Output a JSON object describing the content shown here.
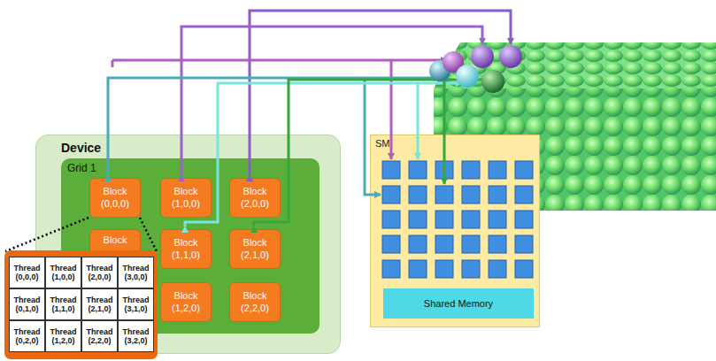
{
  "diagram": {
    "nodes": [
      {
        "text": [
          "Device"
        ]
      },
      {
        "text": [
          "Grid 1"
        ],
        "in": 0
      },
      {
        "text": [
          "Block (0,0,0)"
        ],
        "in": 1
      },
      {
        "text": [
          "Block (1,0,0)"
        ],
        "in": 1
      },
      {
        "text": [
          "Block (2,0,0)"
        ],
        "in": 1
      },
      {
        "text": [
          "Block"
        ],
        "in": 1
      },
      {
        "text": [
          "Block (1,1,0)"
        ],
        "in": 1
      },
      {
        "text": [
          "Block (2,1,0)"
        ],
        "in": 1
      },
      {
        "text": [
          "Block (1,2,0)"
        ],
        "in": 1
      },
      {
        "text": [
          "Block (2,2,0)"
        ],
        "in": 1
      },
      {
        "text": [
          "Thread (0,0,0)"
        ]
      },
      {
        "text": [
          "Thread (1,0,0)"
        ]
      },
      {
        "text": [
          "Thread (2,0,0)"
        ]
      },
      {
        "text": [
          "Thread (3,0,0)"
        ]
      },
      {
        "text": [
          "Thread (0,1,0)"
        ]
      },
      {
        "text": [
          "Thread (1,1,0)"
        ]
      },
      {
        "text": [
          "Thread (2,1,0)"
        ]
      },
      {
        "text": [
          "Thread (3,1,0)"
        ]
      },
      {
        "text": [
          "Thread (0,2,0)"
        ]
      },
      {
        "text": [
          "Thread (1,2,0)"
        ]
      },
      {
        "text": [
          "Thread (2,2,0)"
        ]
      },
      {
        "text": [
          "Thread (3,2,0)"
        ]
      },
      {
        "text": [
          "SM"
        ]
      },
      {
        "text": [
          "Shared Memory"
        ],
        "in": 22
      }
    ]
  }
}
